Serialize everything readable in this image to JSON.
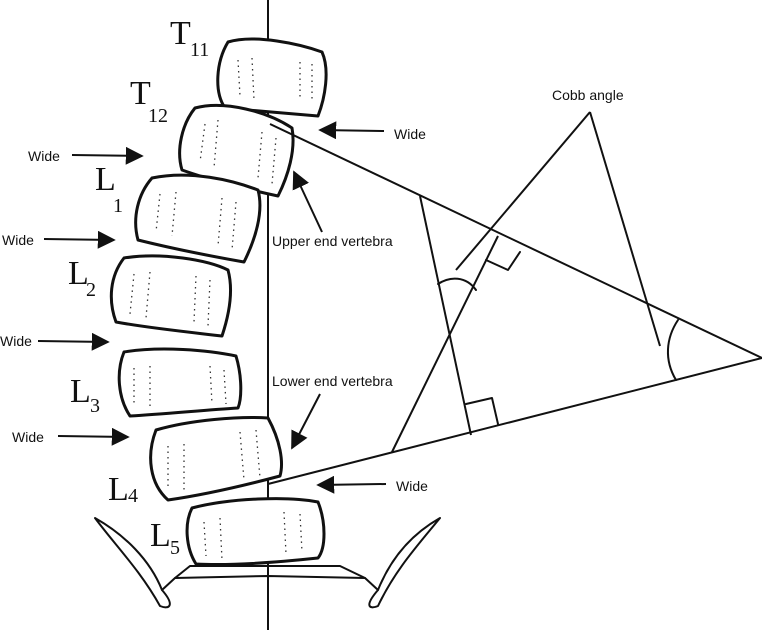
{
  "vertebrae": [
    {
      "letter": "T",
      "sub": "11"
    },
    {
      "letter": "T",
      "sub": "12"
    },
    {
      "letter": "L",
      "sub": "1"
    },
    {
      "letter": "L",
      "sub": "2"
    },
    {
      "letter": "L",
      "sub": "3"
    },
    {
      "letter": "L",
      "sub": "4"
    },
    {
      "letter": "L",
      "sub": "5"
    }
  ],
  "labels": {
    "cobb_angle": "Cobb angle",
    "upper_end_vertebra": "Upper end vertebra",
    "lower_end_vertebra": "Lower end vertebra",
    "wide": "Wide"
  },
  "colors": {
    "ink": "#111111",
    "background": "#ffffff"
  }
}
